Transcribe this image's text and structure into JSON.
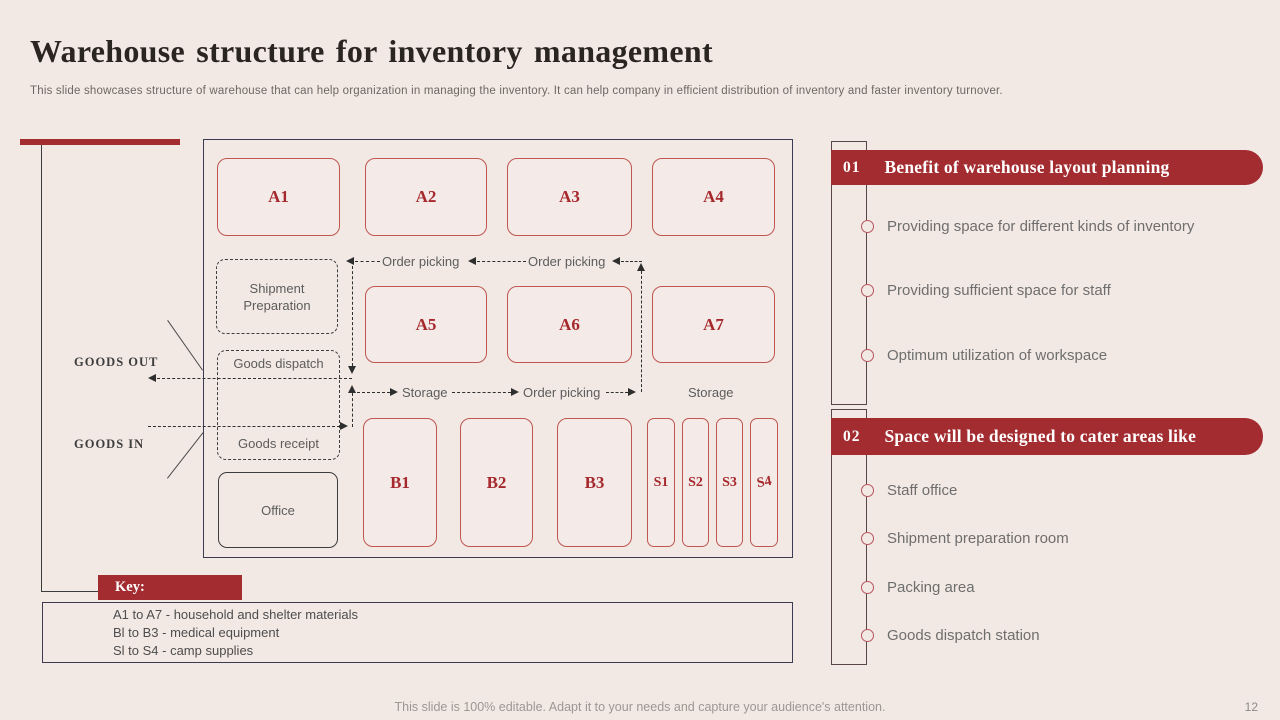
{
  "slide": {
    "title": "Warehouse structure for inventory management",
    "subtitle": "This slide showcases structure of warehouse that can help organization in managing the inventory. It can help company in efficient distribution of inventory and faster inventory turnover.",
    "footer": "This slide is 100% editable. Adapt it to your needs and capture your audience's attention.",
    "page_number": "12"
  },
  "colors": {
    "background": "#f2e9e5",
    "maroon": "#a22c30",
    "zone_border_red": "#c05650",
    "zone_label_red": "#a5282c",
    "outer_border_navy": "#3b3b52",
    "gray_text": "#6e6e6e"
  },
  "diagram": {
    "zones_a": [
      "A1",
      "A2",
      "A3",
      "A4",
      "A5",
      "A6",
      "A7"
    ],
    "zones_b": [
      "B1",
      "B2",
      "B3"
    ],
    "zones_s": [
      "S1",
      "S2",
      "S3",
      "S4"
    ],
    "rooms": {
      "shipment_preparation": "Shipment Preparation",
      "goods_dispatch": "Goods dispatch",
      "goods_receipt": "Goods receipt",
      "office": "Office"
    },
    "flow_labels": {
      "order_picking": "Order picking",
      "storage": "Storage",
      "goods_out": "GOODS OUT",
      "goods_in": "GOODS IN"
    }
  },
  "key": {
    "title": "Key:",
    "lines": [
      "A1 to A7 - household and shelter materials",
      "Bl to B3 - medical equipment",
      "Sl to S4 - camp supplies"
    ]
  },
  "sections": [
    {
      "number": "01",
      "title": "Benefit of warehouse layout planning",
      "items": [
        "Providing space for different kinds of inventory",
        "Providing sufficient space for staff",
        "Optimum utilization of workspace"
      ]
    },
    {
      "number": "02",
      "title": "Space will be designed to cater areas like",
      "items": [
        "Staff office",
        "Shipment preparation room",
        "Packing area",
        "Goods dispatch station"
      ]
    }
  ]
}
